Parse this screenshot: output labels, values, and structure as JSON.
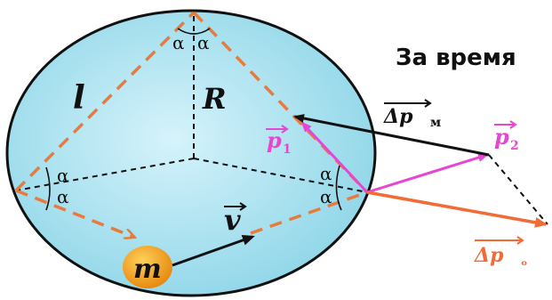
{
  "heading": "За время",
  "labels": {
    "side": "l",
    "radius": "R",
    "mass": "m",
    "velocity": "v",
    "alpha": "α",
    "p1": "p",
    "p1_sub": "1",
    "p2": "p",
    "p2_sub": "2",
    "dp_molecule": "Δp",
    "dp_molecule_sub": "м",
    "dp_wall": "Δp",
    "dp_wall_sub": "ₒ"
  },
  "colors": {
    "sphere_fill": "#aee3ef",
    "sphere_outline": "#111111",
    "path_dashed": "#e87b3c",
    "momentum_arrow": "#e646d2",
    "delta_wall_arrow": "#f26a35",
    "mass_ball": "#f2a21c",
    "black": "#111111"
  }
}
